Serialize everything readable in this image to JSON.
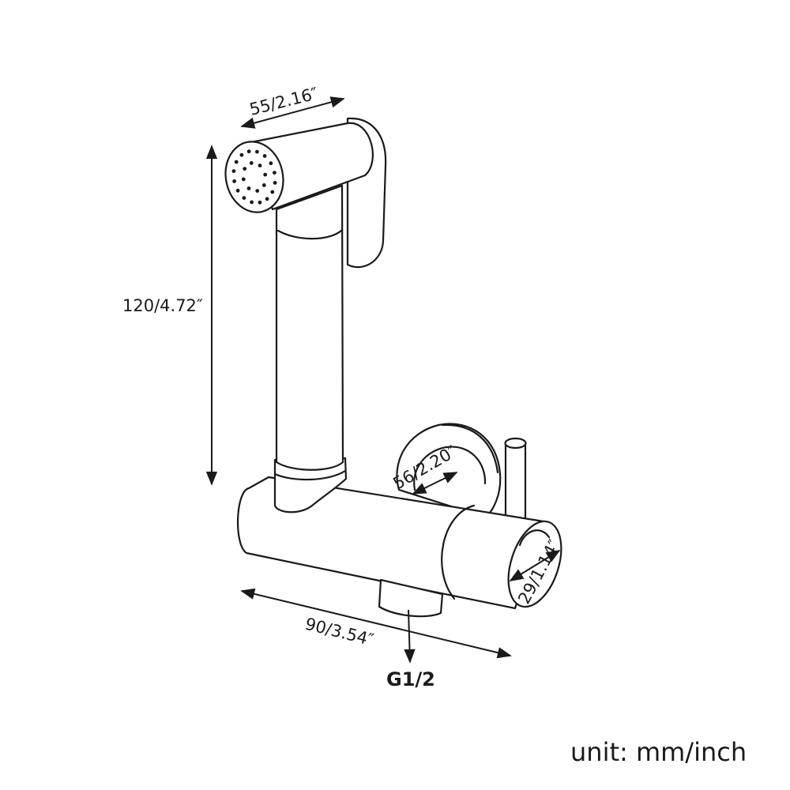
{
  "dimensions": {
    "head_width": "55/2.16″",
    "height": "120/4.72″",
    "flange_diameter": "56/2.20″",
    "knob_diameter": "29/1.14″",
    "body_length": "90/3.54″"
  },
  "connection": "G1/2",
  "unit_note": "unit: mm/inch"
}
